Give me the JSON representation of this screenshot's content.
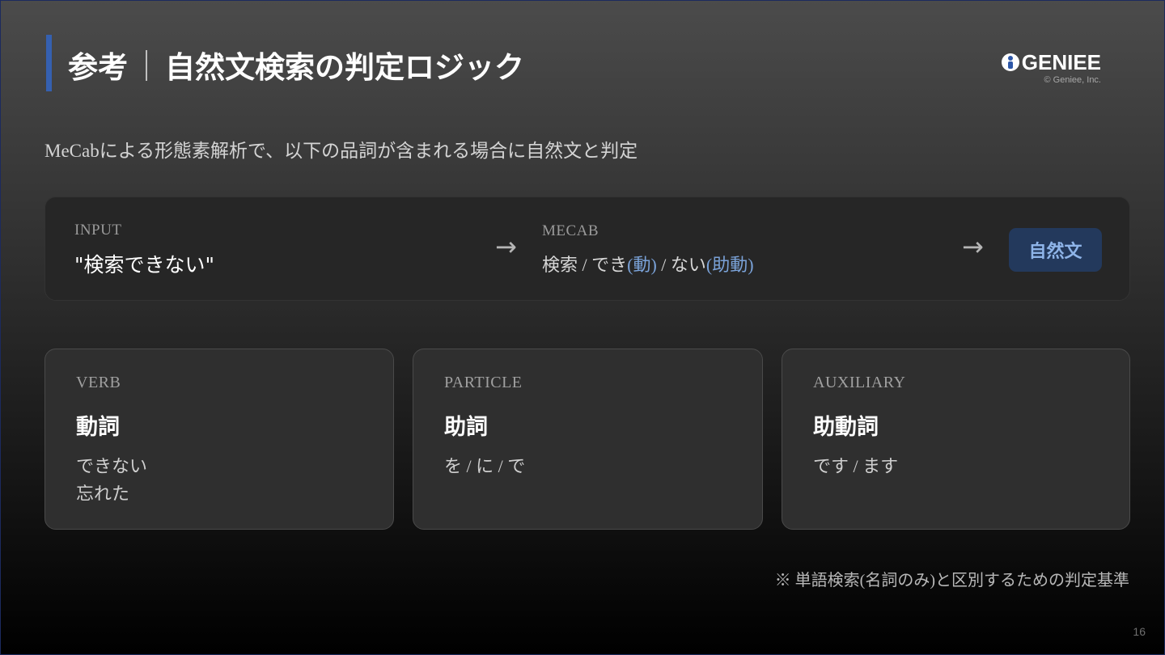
{
  "slide": {
    "title_prefix": "参考",
    "title_main": "自然文検索の判定ロジック",
    "subtitle": "MeCabによる形態素解析で、以下の品詞が含まれる場合に自然文と判定",
    "footnote": "※ 単語検索(名詞のみ)と区別するための判定基準",
    "page_number": "16"
  },
  "logo": {
    "name": "GENIEE",
    "copyright": "© Geniee, Inc.",
    "icon": "geniee-logo-icon"
  },
  "flow": {
    "input_label": "INPUT",
    "input_value": "\"検索できない\"",
    "arrow": "→",
    "mecab_label": "MECAB",
    "mecab_tokens": [
      {
        "text": "検索 / でき"
      },
      {
        "text": "(動)"
      },
      {
        "text": " / ない"
      },
      {
        "text": "(助動)"
      }
    ],
    "result": "自然文"
  },
  "cards": [
    {
      "en": "VERB",
      "jp": "動詞",
      "examples": [
        "できない",
        "忘れた"
      ]
    },
    {
      "en": "PARTICLE",
      "jp": "助詞",
      "examples": [
        "を / に / で"
      ]
    },
    {
      "en": "AUXILIARY",
      "jp": "助動詞",
      "examples": [
        "です / ます"
      ]
    }
  ],
  "colors": {
    "accent": "#3560b0",
    "pos_highlight": "#7aa2d8",
    "result_bg": "#23395c",
    "result_text": "#8eb4e8"
  }
}
